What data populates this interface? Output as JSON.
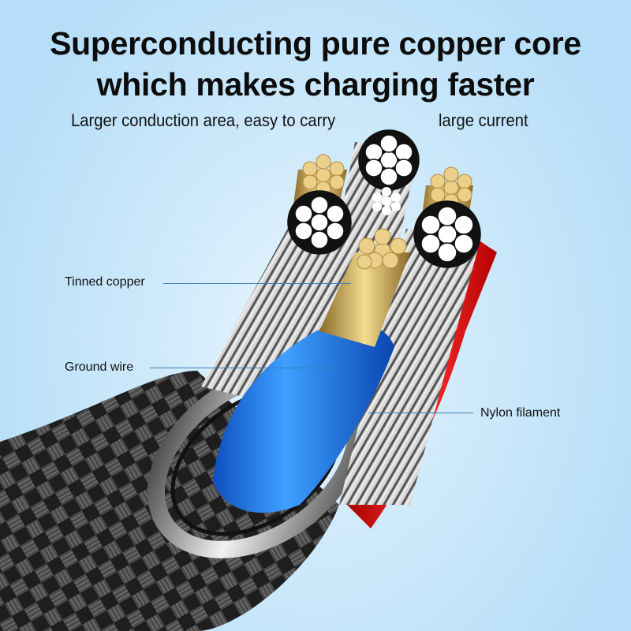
{
  "headline": {
    "line1": "Superconducting pure copper core",
    "line2": "which makes charging faster"
  },
  "subtitle": {
    "left": "Larger conduction area, easy to carry",
    "right": "large current"
  },
  "callouts": [
    {
      "label": "Tinned copper"
    },
    {
      "label": "Ground wire"
    },
    {
      "label": "Nylon filament"
    }
  ],
  "colors": {
    "background": "#cfeafb",
    "copper": "#e8c878",
    "ground_wire": "#2f8cf0",
    "power_wire": "#e01a1a",
    "braid": "#2a2a2a",
    "leader_line": "#3a7fb5"
  }
}
